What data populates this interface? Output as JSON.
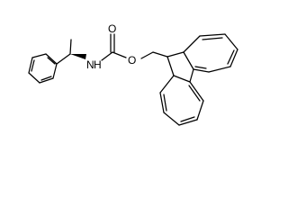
{
  "molecule": {
    "atom_labels": {
      "nitrogen": "N",
      "nitrogen_hydrogen": "H",
      "carbonyl_oxygen": "O",
      "ester_oxygen": "O"
    },
    "stereo_bond": "wedge",
    "line_color": "#000000",
    "background": "#ffffff"
  }
}
